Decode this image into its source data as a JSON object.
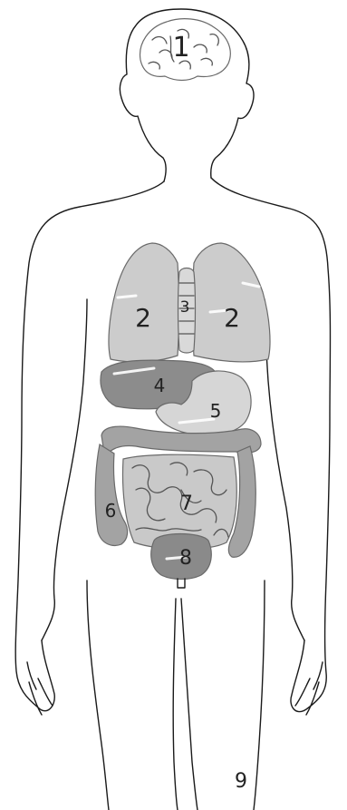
{
  "labels": {
    "brain": "1",
    "lung_left": "2",
    "lung_right": "2",
    "trachea": "3",
    "liver": "4",
    "stomach": "5",
    "large_intestine": "6",
    "small_intestine": "7",
    "bladder": "8",
    "body": "9"
  },
  "colors": {
    "outline": "#1a1a1a",
    "lung": "#cccccc",
    "liver": "#8c8c8c",
    "stomach": "#d6d6d6",
    "colon": "#a3a3a3",
    "intestine": "#c9c9c9",
    "bladder": "#8a8a8a",
    "brain": "#ffffff"
  },
  "icons": {
    "brain": "brain-icon",
    "lungs": "lungs-icon",
    "trachea": "trachea-icon",
    "liver": "liver-icon",
    "stomach": "stomach-icon",
    "large_intestine": "large-intestine-icon",
    "small_intestine": "small-intestine-icon",
    "bladder": "bladder-icon"
  }
}
